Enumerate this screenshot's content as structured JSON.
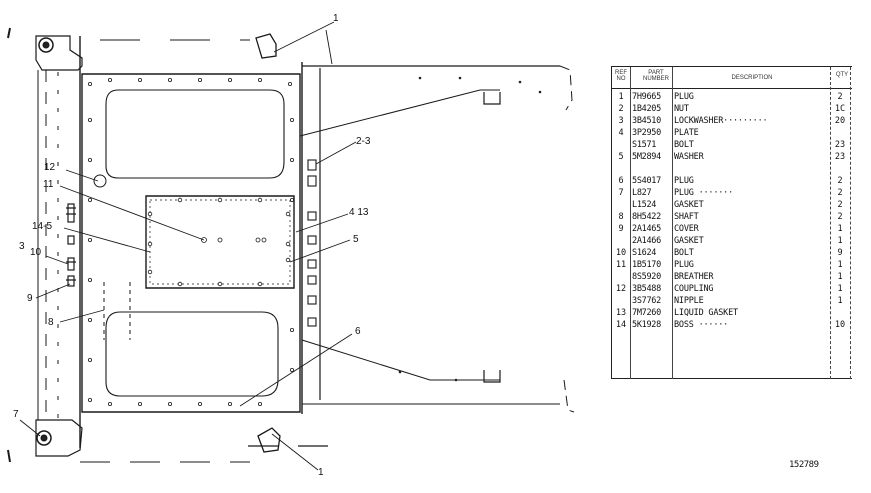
{
  "callouts": {
    "c1_top": "1",
    "c2_3": "2-3",
    "c4_13": "4 13",
    "c5": "5",
    "c6": "6",
    "c12": "12",
    "c11": "11",
    "c14_5": "14-5",
    "c3": "3",
    "c10": "10",
    "c9": "9",
    "c8": "8",
    "c7": "7",
    "c1_bottom": "1"
  },
  "parts_table": {
    "headers": {
      "ref_line1": "REF",
      "ref_line2": "NO",
      "part_line1": "PART",
      "part_line2": "NUMBER",
      "description": "DESCRIPTION",
      "qty": "QTY"
    },
    "rows": [
      {
        "ref": "1",
        "part": "7H9665",
        "desc": "PLUG",
        "qty": "2"
      },
      {
        "ref": "2",
        "part": "1B4205",
        "desc": "NUT",
        "qty": "1C"
      },
      {
        "ref": "3",
        "part": "3B4510",
        "desc": "LOCKWASHER·········",
        "qty": "20"
      },
      {
        "ref": "4",
        "part": "3P2950",
        "desc": "PLATE",
        "qty": ""
      },
      {
        "ref": "",
        "part": "S1571",
        "desc": "BOLT",
        "qty": "23"
      },
      {
        "ref": "5",
        "part": "5M2894",
        "desc": "WASHER",
        "qty": "23"
      },
      {
        "ref": "6",
        "part": "5S4017",
        "desc": "PLUG",
        "qty": "2"
      },
      {
        "ref": "7",
        "part": "L827",
        "desc": "PLUG ·······",
        "qty": "2"
      },
      {
        "ref": "",
        "part": "L1524",
        "desc": "GASKET",
        "qty": "2"
      },
      {
        "ref": "8",
        "part": "8H5422",
        "desc": "SHAFT",
        "qty": "2"
      },
      {
        "ref": "9",
        "part": "2A1465",
        "desc": "COVER",
        "qty": "1"
      },
      {
        "ref": "",
        "part": "2A1466",
        "desc": "GASKET",
        "qty": "1"
      },
      {
        "ref": "10",
        "part": "S1624",
        "desc": "BOLT",
        "qty": "9"
      },
      {
        "ref": "11",
        "part": "1B5170",
        "desc": "PLUG",
        "qty": "1"
      },
      {
        "ref": "",
        "part": "8S5920",
        "desc": "BREATHER",
        "qty": "1"
      },
      {
        "ref": "12",
        "part": "3B5488",
        "desc": "COUPLING",
        "qty": "1"
      },
      {
        "ref": "",
        "part": "3S7762",
        "desc": "NIPPLE",
        "qty": "1"
      },
      {
        "ref": "13",
        "part": "7M7260",
        "desc": "LIQUID GASKET",
        "qty": ""
      },
      {
        "ref": "14",
        "part": "5K1928",
        "desc": "BOSS ······",
        "qty": "10"
      }
    ]
  },
  "drawing_number": "152789"
}
